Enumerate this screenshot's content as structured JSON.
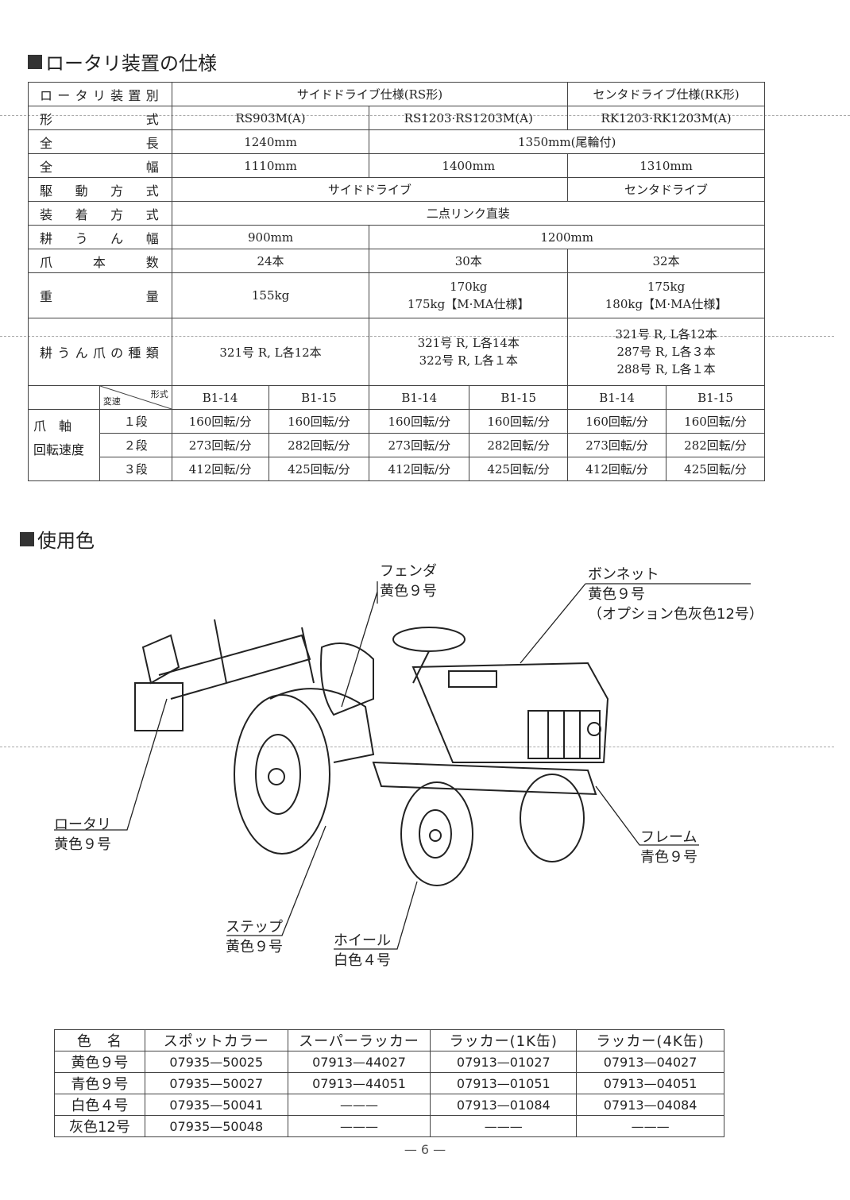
{
  "section1": {
    "title": "ロータリ装置の仕様"
  },
  "spec": {
    "header": {
      "label": "ロータリ装置別",
      "rs": "サイドドライブ仕様(RS形)",
      "rk": "センタドライブ仕様(RK形)"
    },
    "rows": [
      {
        "label": "形式",
        "c1": "RS903M(A)",
        "c2": "RS1203·RS1203M(A)",
        "c3": "RK1203·RK1203M(A)"
      },
      {
        "label": "全長",
        "c1": "1240mm",
        "c23": "1350mm(尾輪付)"
      },
      {
        "label": "全幅",
        "c1": "1110mm",
        "c2": "1400mm",
        "c3": "1310mm"
      },
      {
        "label": "駆動方式",
        "c12": "サイドドライブ",
        "c3": "センタドライブ"
      },
      {
        "label": "装着方式",
        "c123": "二点リンク直装"
      },
      {
        "label": "耕うん幅",
        "c1": "900mm",
        "c23": "1200mm"
      },
      {
        "label": "爪本数",
        "c1": "24本",
        "c2": "30本",
        "c3": "32本"
      }
    ],
    "weight": {
      "label": "重量",
      "c1": "155kg",
      "c2a": "170kg",
      "c2b": "175kg【M·MA仕様】",
      "c3a": "175kg",
      "c3b": "180kg【M·MA仕様】"
    },
    "claw": {
      "label": "耕うん爪の種類",
      "c1": "321号 R, L各12本",
      "c2a": "321号 R, L各14本",
      "c2b": "322号 R, L各１本",
      "c3a": "321号 R, L各12本",
      "c3b": "287号 R, L各３本",
      "c3c": "288号 R, L各１本"
    },
    "speed": {
      "diag_top": "形式",
      "diag_bottom": "変速",
      "label1": "爪　軸",
      "label2": "回転速度",
      "models": [
        "B1-14",
        "B1-15",
        "B1-14",
        "B1-15",
        "B1-14",
        "B1-15"
      ],
      "gears": [
        {
          "name": "１段",
          "values": [
            "160回転/分",
            "160回転/分",
            "160回転/分",
            "160回転/分",
            "160回転/分",
            "160回転/分"
          ]
        },
        {
          "name": "２段",
          "values": [
            "273回転/分",
            "282回転/分",
            "273回転/分",
            "282回転/分",
            "273回転/分",
            "282回転/分"
          ]
        },
        {
          "name": "３段",
          "values": [
            "412回転/分",
            "425回転/分",
            "412回転/分",
            "425回転/分",
            "412回転/分",
            "425回転/分"
          ]
        }
      ]
    }
  },
  "section2": {
    "title": "使用色"
  },
  "callouts": {
    "fender": {
      "name": "フェンダ",
      "color": "黄色９号"
    },
    "bonnet": {
      "name": "ボンネット",
      "color": "黄色９号",
      "note": "（オプション色灰色12号）"
    },
    "rotary": {
      "name": "ロータリ",
      "color": "黄色９号"
    },
    "frame": {
      "name": "フレーム",
      "color": "青色９号"
    },
    "step": {
      "name": "ステップ",
      "color": "黄色９号"
    },
    "wheel": {
      "name": "ホイール",
      "color": "白色４号"
    }
  },
  "colortable": {
    "headers": [
      "色　名",
      "スポットカラー",
      "スーパーラッカー",
      "ラッカー(1K缶)",
      "ラッカー(4K缶)"
    ],
    "rows": [
      [
        "黄色９号",
        "07935—50025",
        "07913—44027",
        "07913—01027",
        "07913—04027"
      ],
      [
        "青色９号",
        "07935—50027",
        "07913—44051",
        "07913—01051",
        "07913—04051"
      ],
      [
        "白色４号",
        "07935—50041",
        "———",
        "07913—01084",
        "07913—04084"
      ],
      [
        "灰色12号",
        "07935—50048",
        "———",
        "———",
        "———"
      ]
    ]
  },
  "page": {
    "number": "— 6 —"
  }
}
